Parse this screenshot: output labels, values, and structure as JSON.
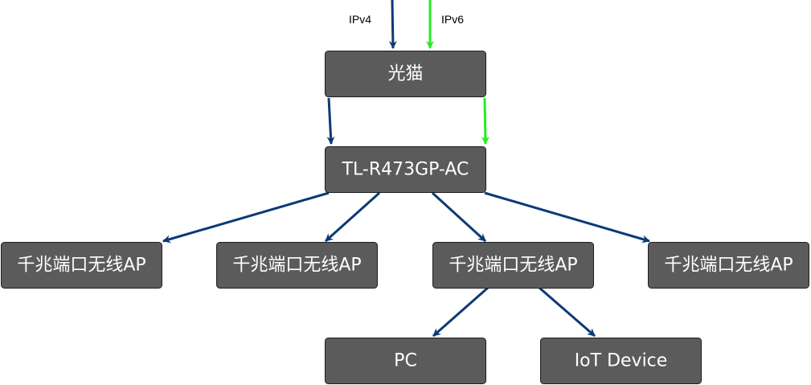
{
  "colors": {
    "node_fill": "#5b5b5b",
    "node_border": "#1e1e1e",
    "node_text": "#ffffff",
    "ipv4_edge": "#0b3a75",
    "ipv6_edge": "#22ee22",
    "tree_edge": "#0b3a75"
  },
  "nodes": {
    "modem": "光猫",
    "router": "TL-R473GP-AC",
    "ap_1": "千兆端口无线AP",
    "ap_2": "千兆端口无线AP",
    "ap_3": "千兆端口无线AP",
    "ap_4": "千兆端口无线AP",
    "pc": "PC",
    "iot": "IoT Device"
  },
  "edge_labels": {
    "ipv4": "IPv4",
    "ipv6": "IPv6"
  }
}
